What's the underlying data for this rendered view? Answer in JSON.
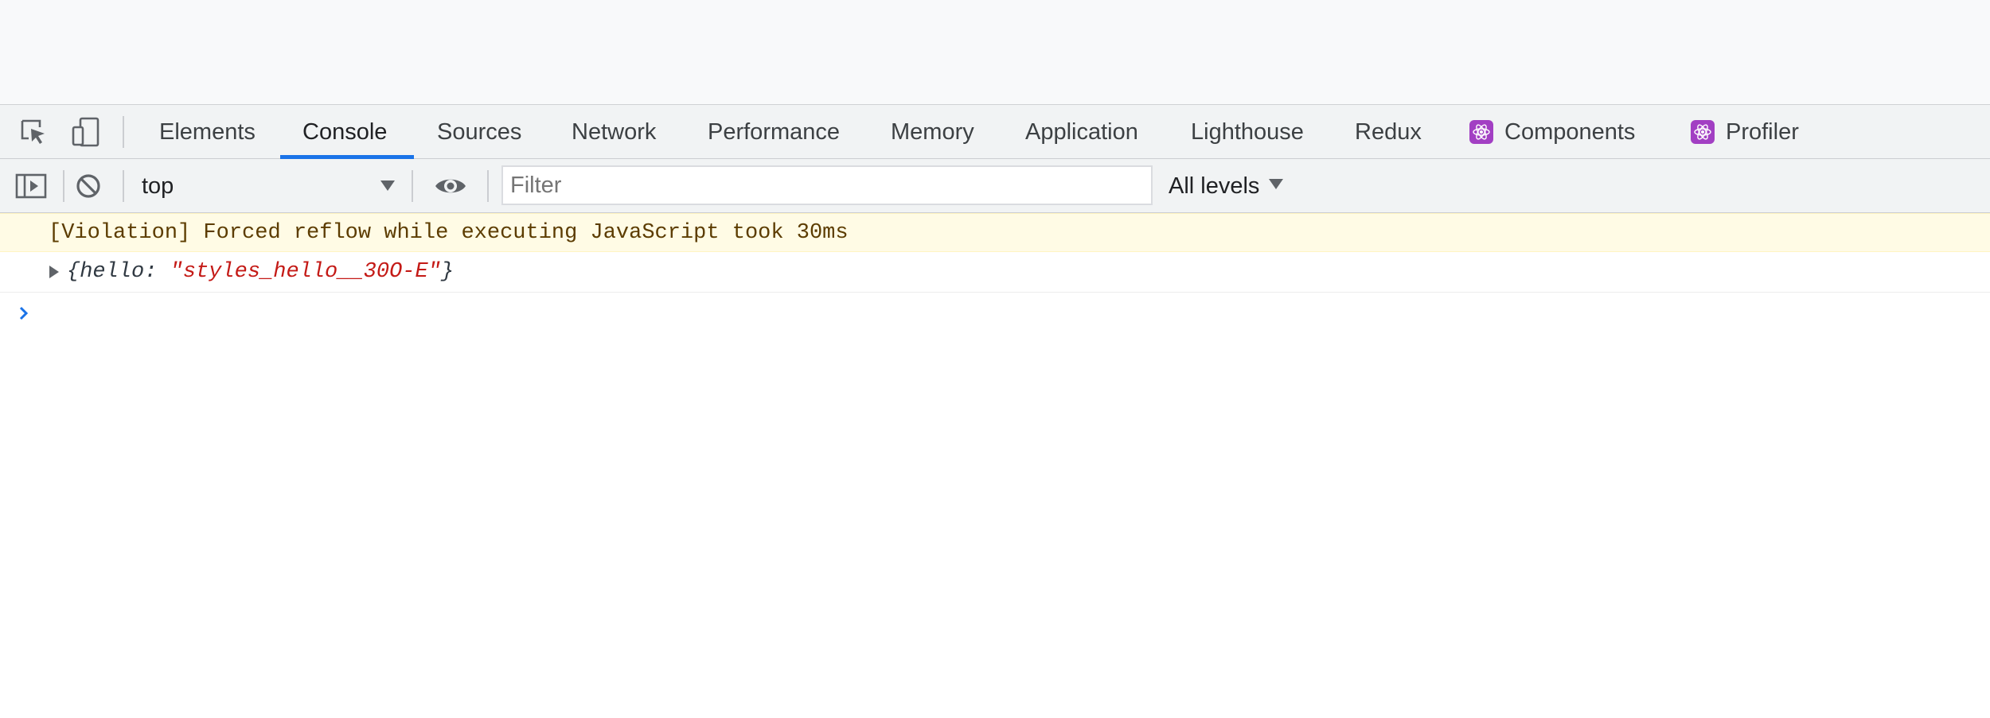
{
  "colors": {
    "accent": "#1a73e8",
    "react_badge": "#a23fc3",
    "warning_background": "#fffbe5",
    "warning_text": "#5c3c00",
    "string_value": "#c41a16"
  },
  "tabbar": {
    "icons": [
      "inspect-element-icon",
      "device-toolbar-icon"
    ],
    "tabs": [
      {
        "label": "Elements"
      },
      {
        "label": "Console",
        "active": true
      },
      {
        "label": "Sources"
      },
      {
        "label": "Network"
      },
      {
        "label": "Performance"
      },
      {
        "label": "Memory"
      },
      {
        "label": "Application"
      },
      {
        "label": "Lighthouse"
      },
      {
        "label": "Redux"
      },
      {
        "label": "Components",
        "icon": "react-icon"
      },
      {
        "label": "Profiler",
        "icon": "react-icon"
      }
    ]
  },
  "toolbar": {
    "icons": [
      "show-sidebar-icon",
      "clear-console-icon",
      "live-expression-eye-icon"
    ],
    "context": "top",
    "filter_placeholder": "Filter",
    "filter_value": "",
    "levels": "All levels"
  },
  "console": {
    "violation_text": "[Violation] Forced reflow while executing JavaScript took 30ms",
    "object": {
      "open": "{",
      "key": "hello",
      "separator": ": ",
      "value": "\"styles_hello__30O-E\"",
      "close": "}"
    }
  }
}
